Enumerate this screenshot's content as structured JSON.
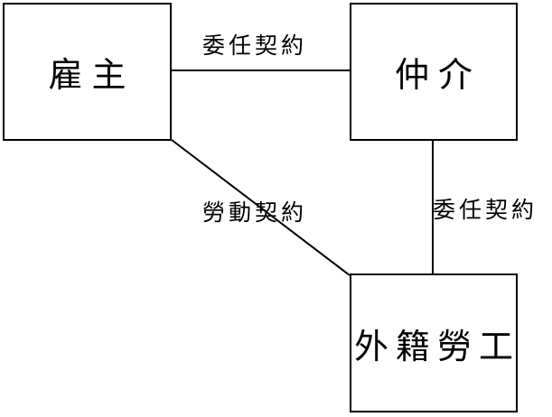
{
  "nodes": {
    "employer": "雇主",
    "broker": "仲介",
    "foreign_worker": "外籍勞工"
  },
  "edges": {
    "employer_broker": "委任契約",
    "employer_worker": "勞動契約",
    "broker_worker": "委任契約"
  }
}
